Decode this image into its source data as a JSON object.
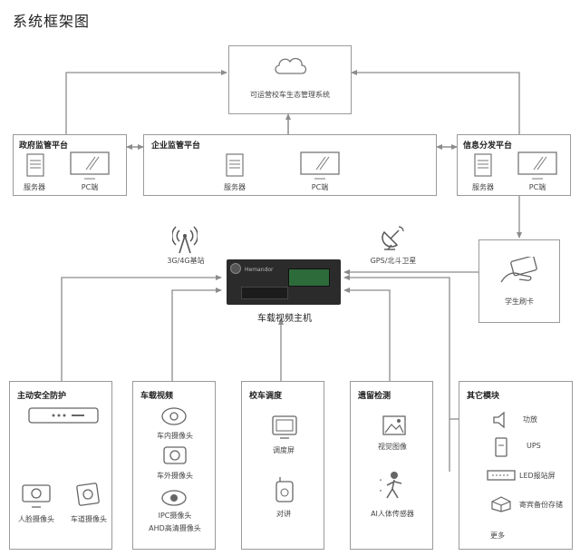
{
  "page_title": "系统框架图",
  "cloud": {
    "label": "可运营校车生态管理系统"
  },
  "gov": {
    "title": "政府监管平台",
    "server": "服务器",
    "pc": "PC端"
  },
  "ent": {
    "title": "企业监管平台",
    "server": "服务器",
    "pc": "PC端"
  },
  "info": {
    "title": "信息分发平台",
    "server": "服务器",
    "pc": "PC端"
  },
  "signal": {
    "label": "3G/4G基站"
  },
  "gps": {
    "label": "GPS/北斗卫星"
  },
  "host": {
    "label": "车载视频主机",
    "brand": "Hemandor"
  },
  "card": {
    "label": "学生刷卡"
  },
  "modules": {
    "safety": {
      "title": "主动安全防护",
      "items": [
        "人脸摄像头",
        "车道摄像头"
      ]
    },
    "video": {
      "title": "车载视频",
      "items": [
        "车内摄像头",
        "车外摄像头",
        "IPC摄像头",
        "AHD高清摄像头"
      ]
    },
    "dispatch": {
      "title": "校车调度",
      "items": [
        "调度屏",
        "对讲"
      ]
    },
    "left": {
      "title": "遗留检测",
      "items": [
        "视觉图像",
        "AI人体传感器"
      ]
    },
    "other": {
      "title": "其它模块",
      "items": [
        "功放",
        "UPS",
        "LED报站屏",
        "寄宾备份存储",
        "更多"
      ]
    }
  },
  "colors": {
    "line": "#8c8c8c",
    "border": "#9a9a9a",
    "text": "#333333"
  }
}
